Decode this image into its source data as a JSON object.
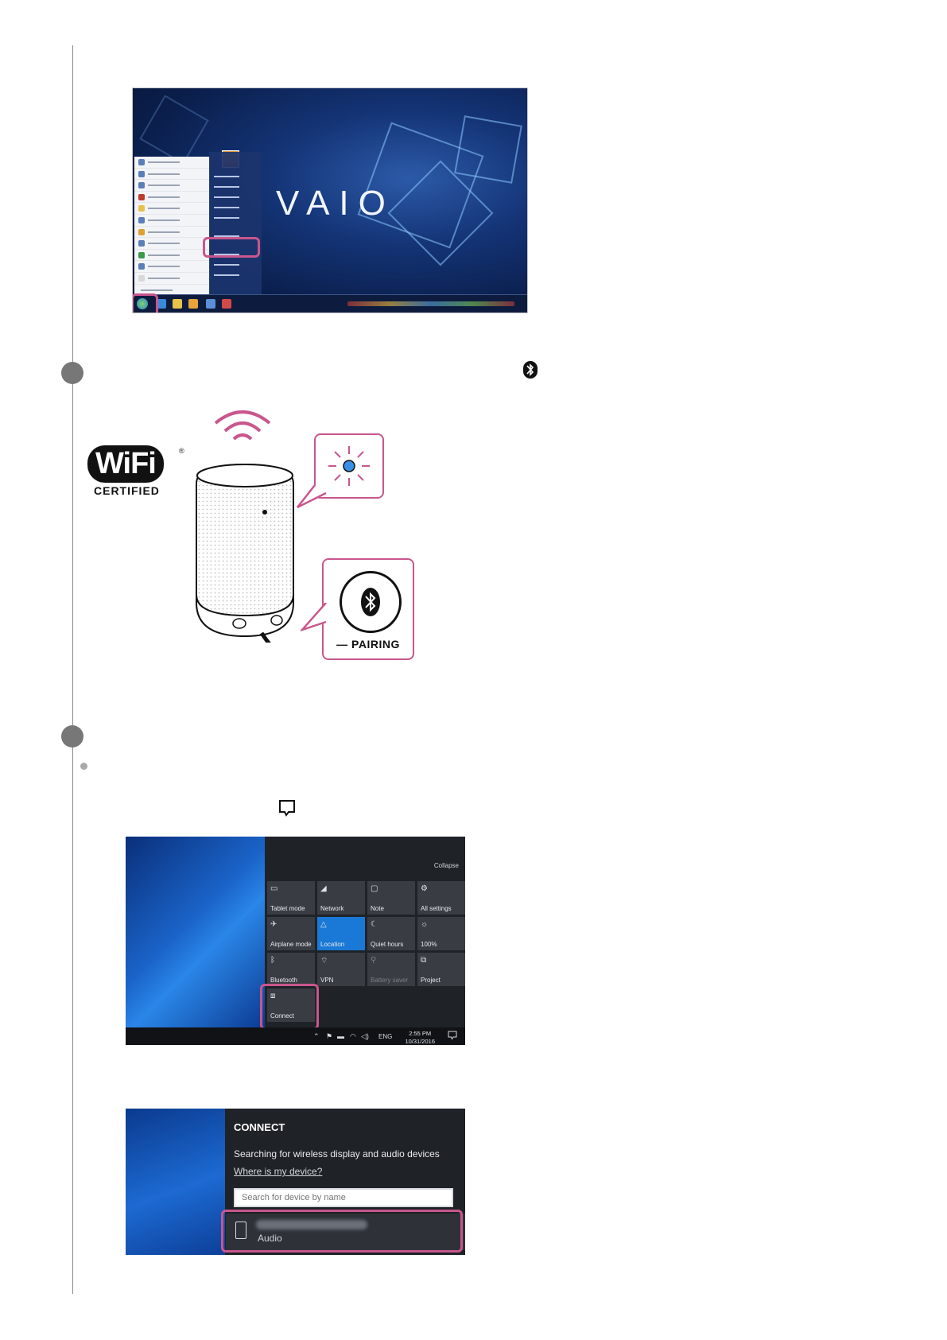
{
  "screenshot1": {
    "logo_text": "VAIO",
    "highlight_target": "devices-and-printers"
  },
  "illustration": {
    "wifi_logo_main": "WiFi",
    "wifi_logo_sub": "CERTIFIED",
    "wifi_registered": "®",
    "pairing_label": "— PAIRING",
    "indicator_color": "#3a8ee6",
    "highlight_color": "#c9568d"
  },
  "action_center": {
    "collapse_label": "Collapse",
    "tiles": [
      {
        "label": "Tablet mode",
        "icon": "tablet-icon",
        "state": "off"
      },
      {
        "label": "Network",
        "icon": "network-icon",
        "state": "off"
      },
      {
        "label": "Note",
        "icon": "note-icon",
        "state": "off"
      },
      {
        "label": "All settings",
        "icon": "settings-icon",
        "state": "off"
      },
      {
        "label": "Airplane mode",
        "icon": "airplane-icon",
        "state": "off"
      },
      {
        "label": "Location",
        "icon": "location-icon",
        "state": "on"
      },
      {
        "label": "Quiet hours",
        "icon": "moon-icon",
        "state": "off"
      },
      {
        "label": "100%",
        "icon": "brightness-icon",
        "state": "off"
      },
      {
        "label": "Bluetooth",
        "icon": "bluetooth-icon",
        "state": "off"
      },
      {
        "label": "VPN",
        "icon": "vpn-icon",
        "state": "off"
      },
      {
        "label": "Battery saver",
        "icon": "battery-icon",
        "state": "dim"
      },
      {
        "label": "Project",
        "icon": "project-icon",
        "state": "off"
      },
      {
        "label": "Connect",
        "icon": "connect-icon",
        "state": "off"
      }
    ],
    "taskbar": {
      "language": "ENG",
      "time": "2:55 PM",
      "date": "10/31/2016"
    }
  },
  "connect_panel": {
    "title": "CONNECT",
    "description": "Searching for wireless display and audio devices",
    "help_link": "Where is my device?",
    "search_placeholder": "Search for device by name",
    "device_type": "Audio"
  }
}
